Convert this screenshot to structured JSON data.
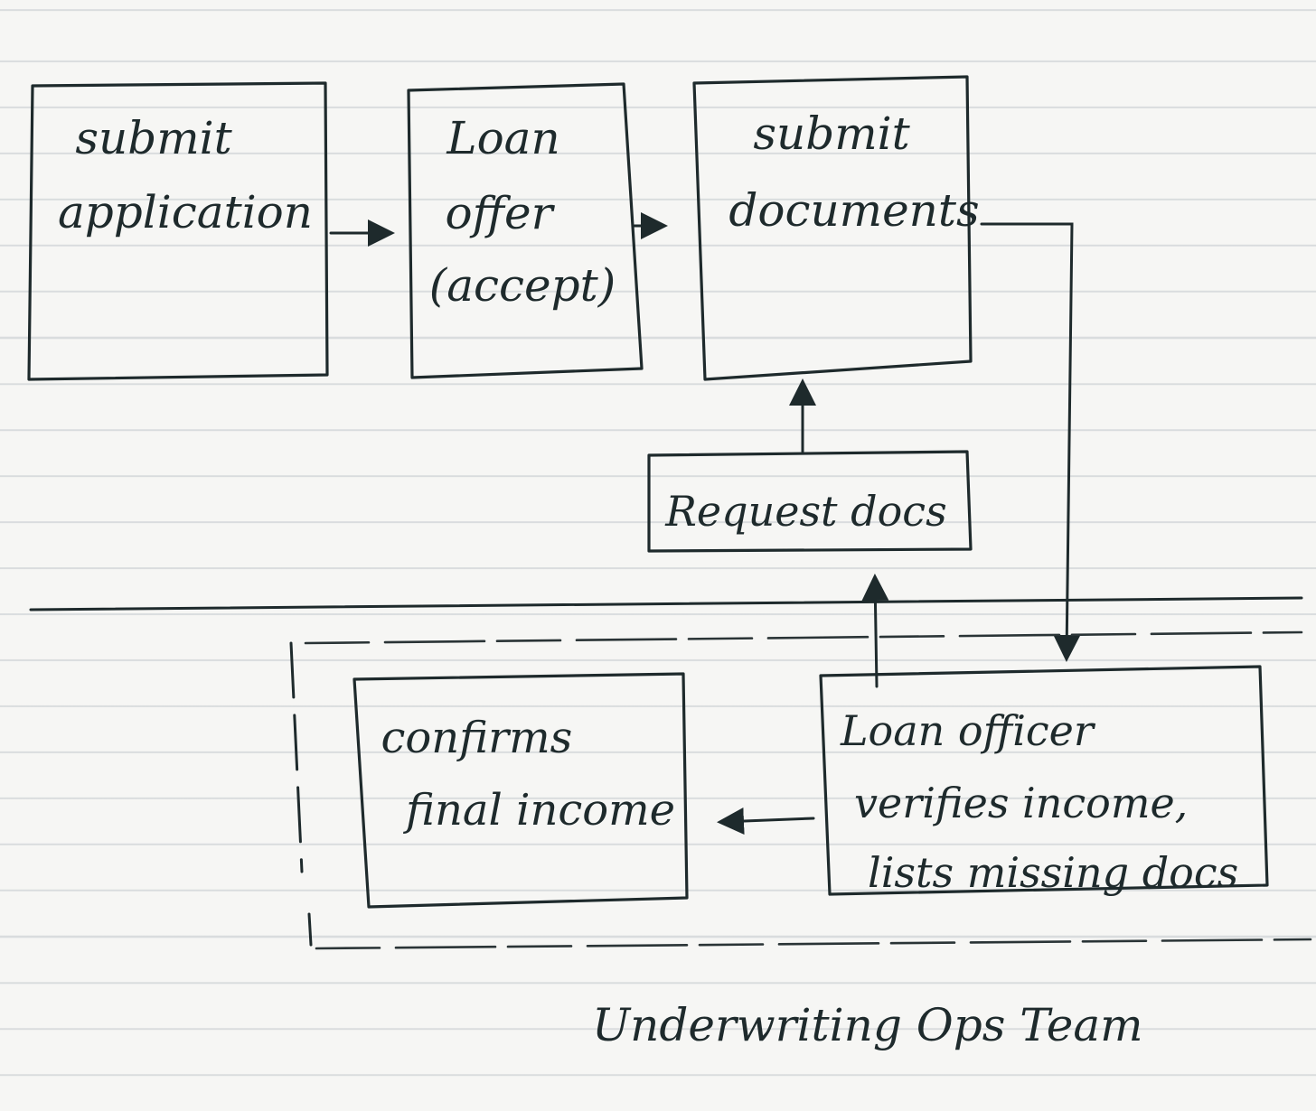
{
  "boxes": {
    "submit_application": [
      "submit",
      "application"
    ],
    "loan_offer": [
      "Loan",
      "offer",
      "(accept)"
    ],
    "submit_documents": [
      "submit",
      "documents"
    ],
    "request_docs": [
      "Request docs"
    ],
    "confirms_income": [
      "confirms",
      "final income"
    ],
    "loan_officer": [
      "Loan officer",
      "verifies income,",
      "lists missing docs"
    ]
  },
  "team_label": "Underwriting Ops Team",
  "colors": {
    "ink": "#1e2a2c",
    "paper": "#f6f6f4",
    "rule": "#c3c8cc"
  }
}
